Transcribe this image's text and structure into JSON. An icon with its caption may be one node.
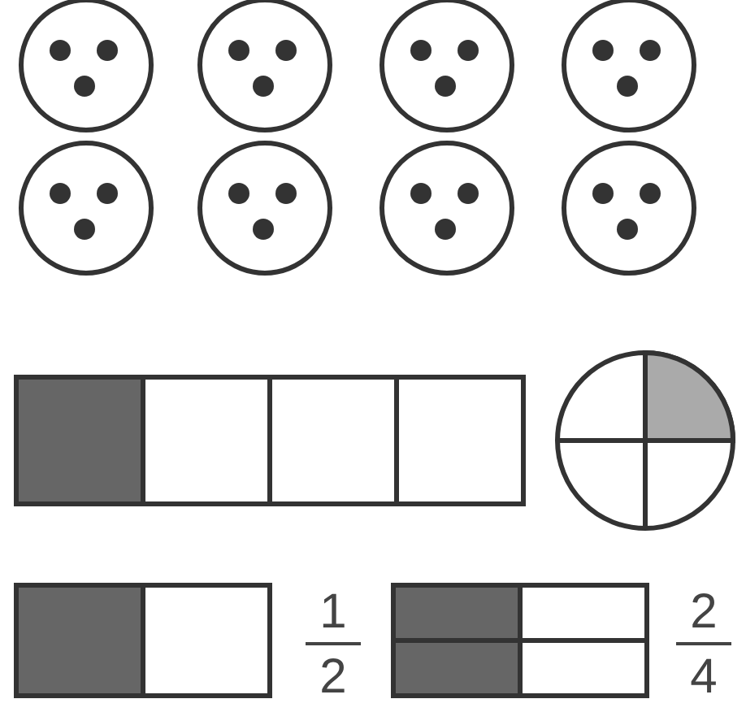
{
  "diagram": {
    "labels": [
      "1",
      "2",
      "2",
      "4"
    ]
  }
}
